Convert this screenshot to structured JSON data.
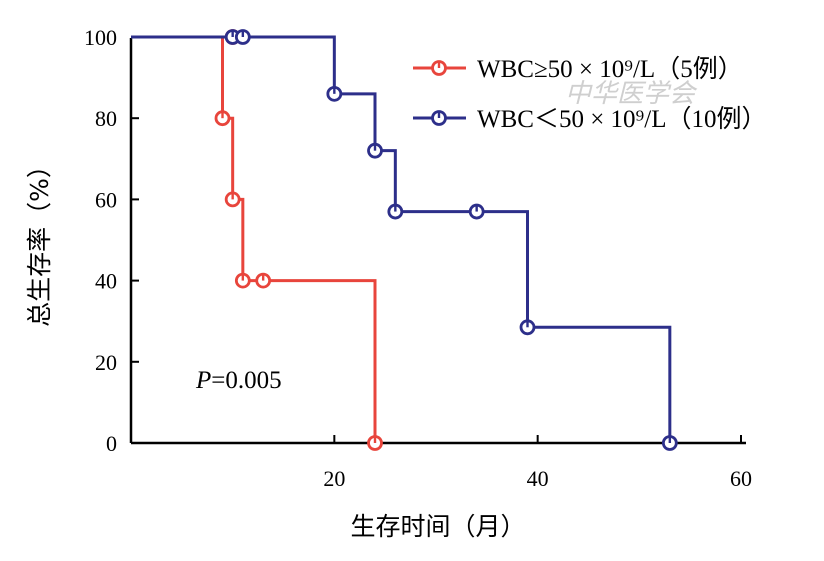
{
  "chart_data": {
    "type": "line",
    "subtype": "kaplan-meier-step",
    "xlabel": "生存时间（月）",
    "ylabel": "总生存率（%）",
    "xlim": [
      0,
      60
    ],
    "ylim": [
      0,
      100
    ],
    "xticks": [
      20,
      40,
      60
    ],
    "yticks": [
      0,
      20,
      40,
      60,
      80,
      100
    ],
    "grid": false,
    "legend_position": "top-right",
    "annotation": {
      "italic_part": "P",
      "rest": "=0.005"
    },
    "watermark": "中华医学会",
    "series": [
      {
        "name": "WBC≥50 × 10⁹/L（5例）",
        "color": "#e8453c",
        "steps": [
          [
            0,
            100
          ],
          [
            9,
            80
          ],
          [
            10,
            60
          ],
          [
            11,
            40
          ],
          [
            24,
            0
          ]
        ],
        "end_x": 24,
        "markers": [
          [
            10,
            100
          ],
          [
            9,
            80
          ],
          [
            10,
            60
          ],
          [
            11,
            40
          ],
          [
            13,
            40
          ],
          [
            24,
            0
          ]
        ]
      },
      {
        "name": "WBC＜50 × 10⁹/L（10例）",
        "color": "#2d2f8a",
        "steps": [
          [
            0,
            100
          ],
          [
            20,
            86
          ],
          [
            24,
            72
          ],
          [
            26,
            57
          ],
          [
            39,
            28.5
          ],
          [
            53,
            0
          ]
        ],
        "end_x": 53,
        "markers": [
          [
            10,
            100
          ],
          [
            11,
            100
          ],
          [
            20,
            86
          ],
          [
            24,
            72
          ],
          [
            26,
            57
          ],
          [
            34,
            57
          ],
          [
            39,
            28.5
          ],
          [
            53,
            0
          ]
        ]
      }
    ]
  }
}
